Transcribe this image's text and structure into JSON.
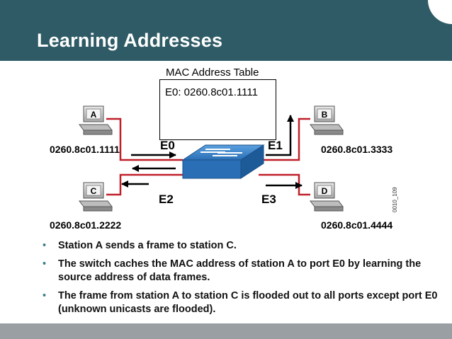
{
  "header": {
    "title": "Learning Addresses"
  },
  "diagram": {
    "mac_table": {
      "title": "MAC Address Table",
      "entries": [
        "E0:  0260.8c01.1111"
      ]
    },
    "stations": [
      {
        "label": "A",
        "address": "0260.8c01.1111"
      },
      {
        "label": "B",
        "address": "0260.8c01.3333"
      },
      {
        "label": "C",
        "address": "0260.8c01.2222"
      },
      {
        "label": "D",
        "address": "0260.8c01.4444"
      }
    ],
    "ports": [
      "E0",
      "E1",
      "E2",
      "E3"
    ],
    "code": "0010_109",
    "colors": {
      "link": "#c0202a",
      "switch": "#2a6fb5",
      "arrow": "#000000"
    }
  },
  "bullets": [
    "Station A sends a frame to station C.",
    "The switch caches the MAC address of station A to port E0 by learning the source address of data frames.",
    "The frame from station A to station C is flooded out to all ports except port E0 (unknown unicasts are flooded)."
  ]
}
